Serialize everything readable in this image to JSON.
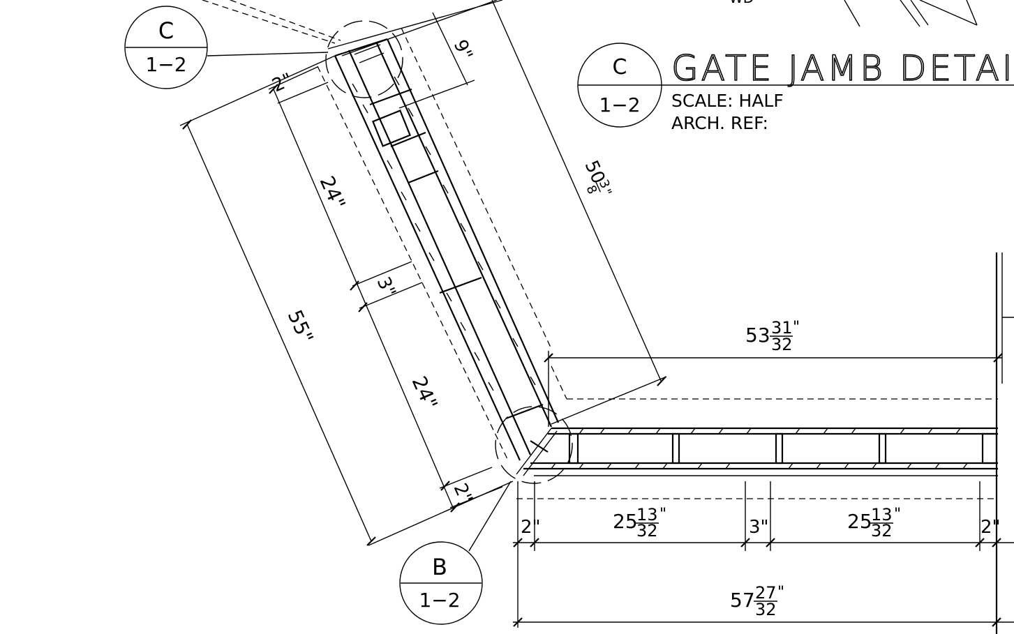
{
  "title_block": {
    "title": "GATE JAMB DETAIL",
    "scale": "SCALE: HALF",
    "arch_ref": "ARCH. REF:",
    "bubble_top": "C",
    "bubble_bottom": "1−2"
  },
  "callouts": [
    {
      "id": "callout-c",
      "top": "C",
      "bottom": "1−2"
    },
    {
      "id": "callout-b",
      "top": "B",
      "bottom": "1−2"
    }
  ],
  "partial_label": "WD−",
  "dimensions": {
    "angled_9": "9\"",
    "angled_2_top": "2\"",
    "angled_24_top": "24\"",
    "angled_3": "3\"",
    "angled_24_bottom": "24\"",
    "angled_2_bottom": "2\"",
    "angled_55": "55\"",
    "angled_50": {
      "whole": "50",
      "num": "3",
      "den": "8",
      "unit": "\""
    },
    "horiz_53": {
      "whole": "53",
      "num": "31",
      "den": "32",
      "unit": "\""
    },
    "horiz_2_left": "2\"",
    "horiz_25_left": {
      "whole": "25",
      "num": "13",
      "den": "32",
      "unit": "\""
    },
    "horiz_3": "3\"",
    "horiz_25_right": {
      "whole": "25",
      "num": "13",
      "den": "32",
      "unit": "\""
    },
    "horiz_2_right": "2\"",
    "horiz_57": {
      "whole": "57",
      "num": "27",
      "den": "32",
      "unit": "\""
    }
  }
}
